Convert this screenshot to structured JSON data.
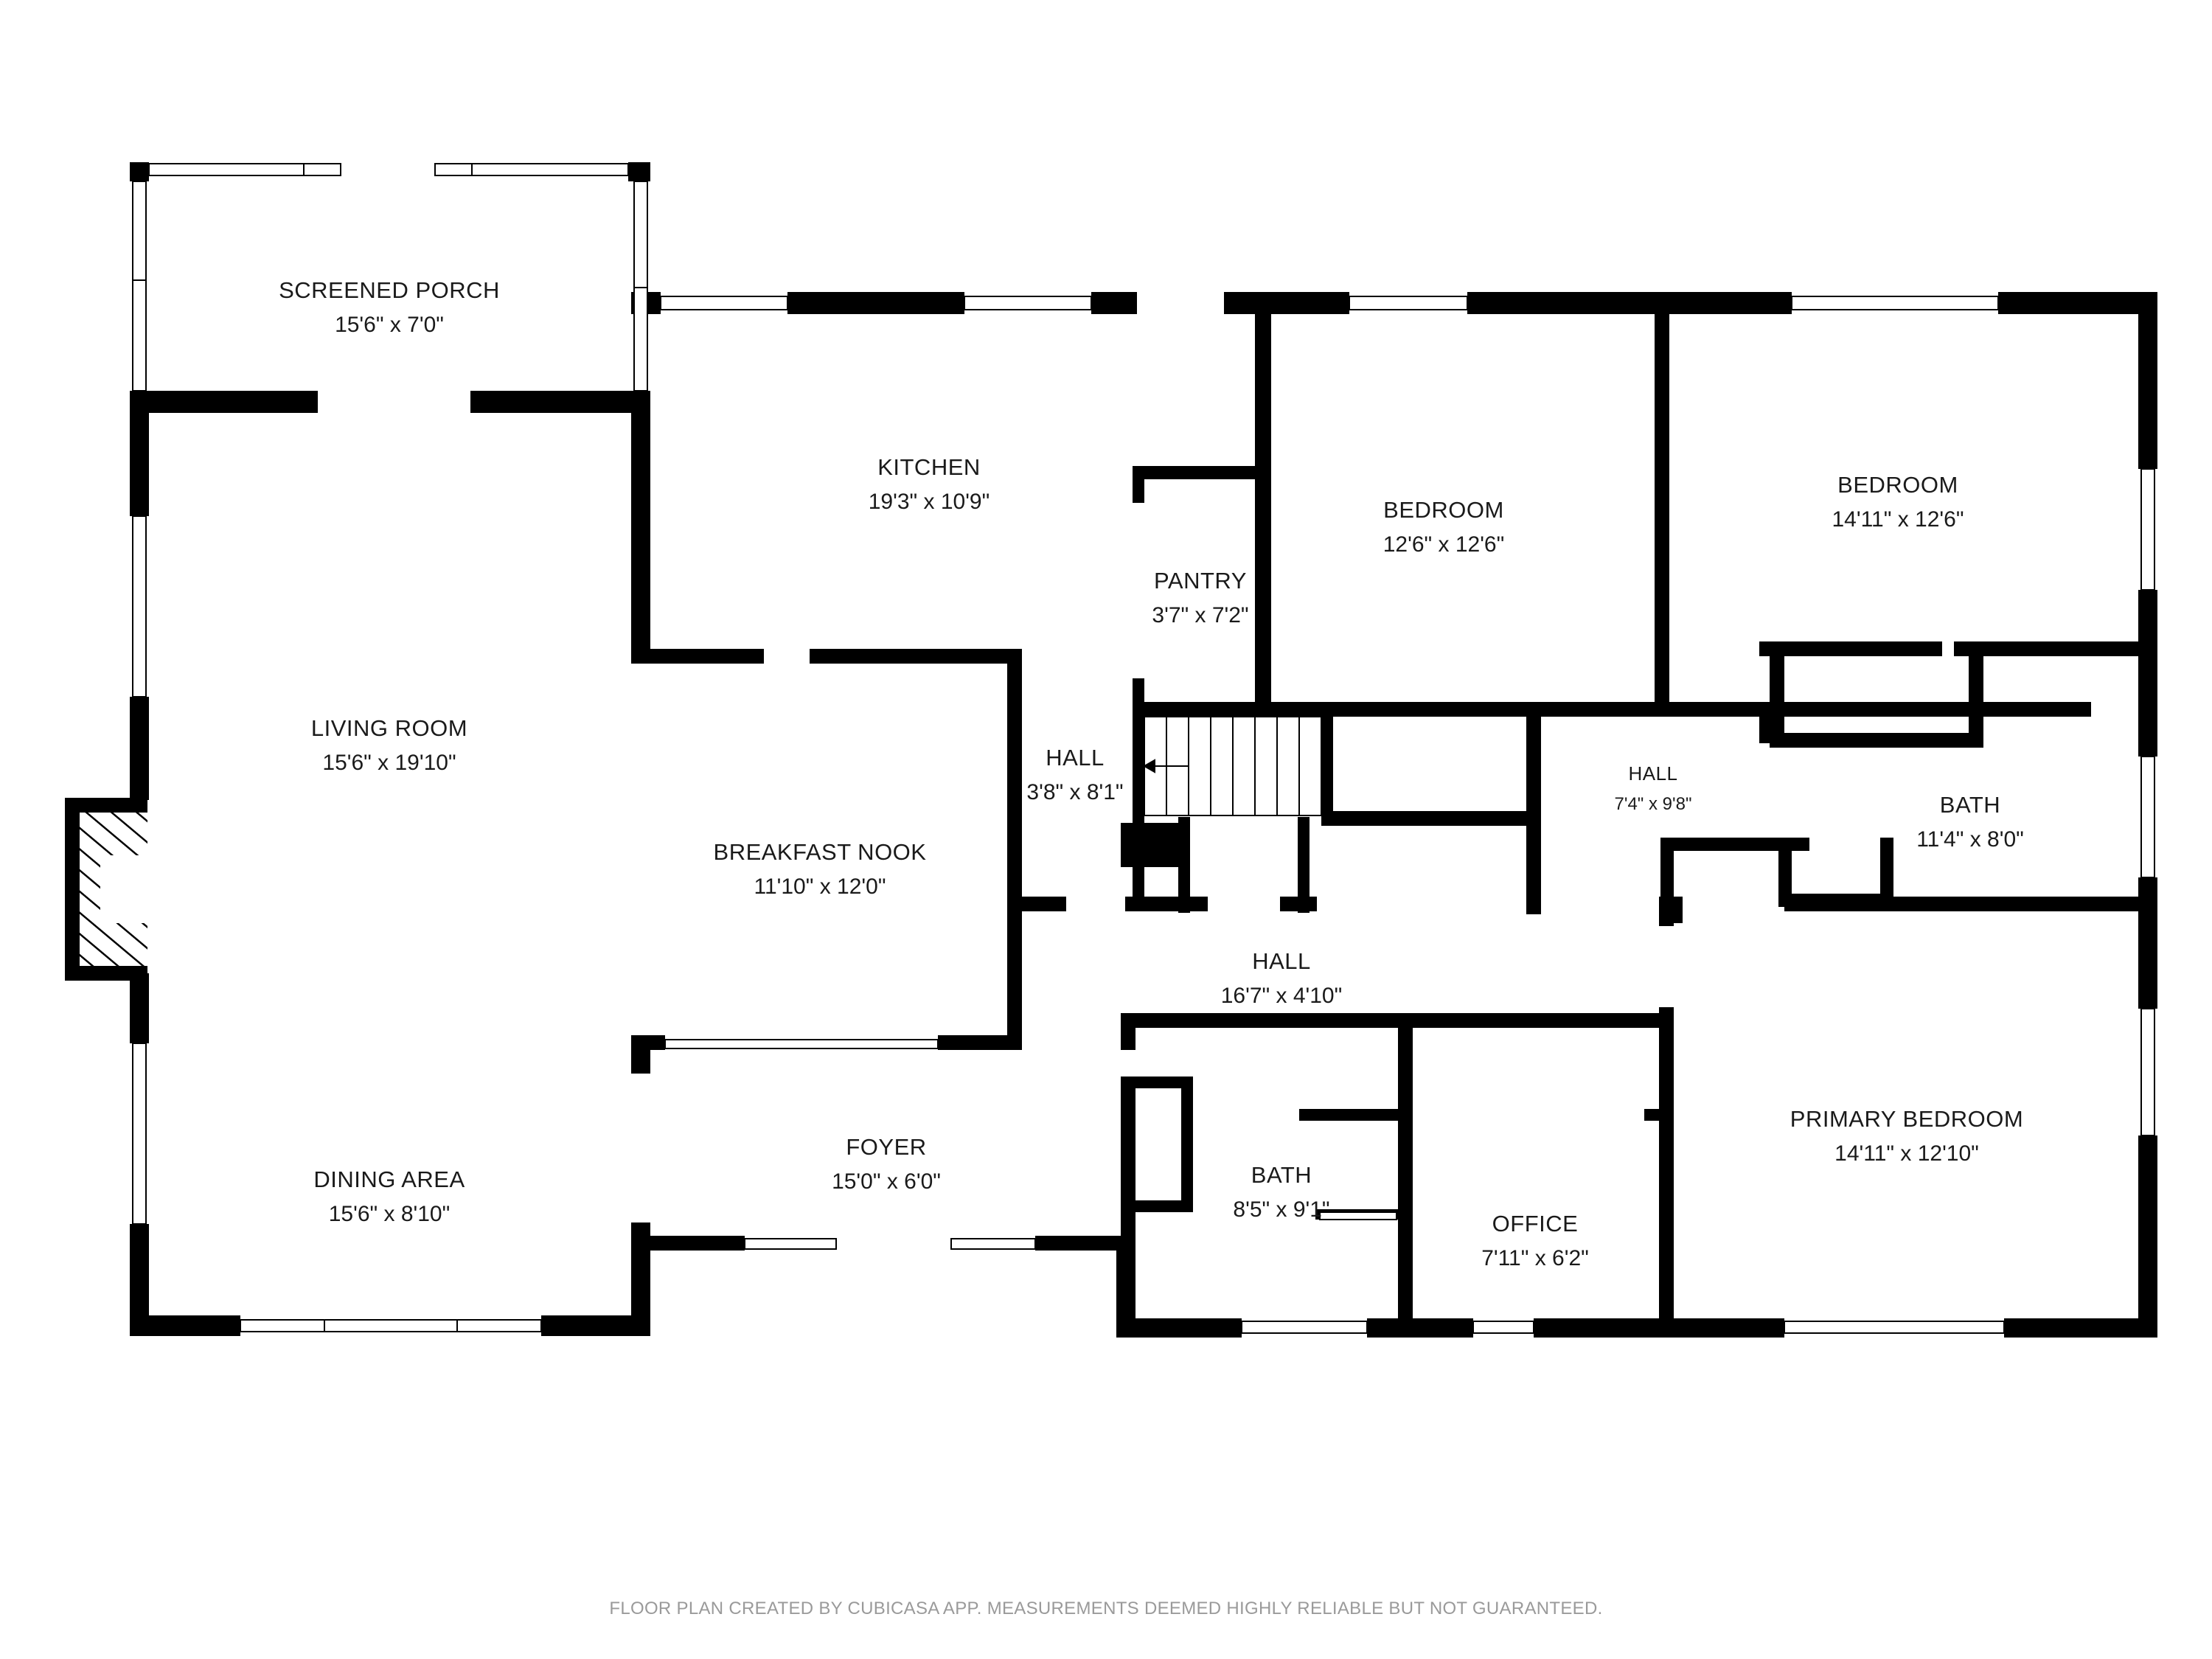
{
  "rooms": {
    "screened_porch": {
      "name": "SCREENED PORCH",
      "dim": "15'6\" x 7'0\""
    },
    "kitchen": {
      "name": "KITCHEN",
      "dim": "19'3\" x 10'9\""
    },
    "pantry": {
      "name": "PANTRY",
      "dim": "3'7\" x 7'2\""
    },
    "bedroom_1": {
      "name": "BEDROOM",
      "dim": "12'6\" x 12'6\""
    },
    "bedroom_2": {
      "name": "BEDROOM",
      "dim": "14'11\" x 12'6\""
    },
    "living_room": {
      "name": "LIVING ROOM",
      "dim": "15'6\" x 19'10\""
    },
    "breakfast_nook": {
      "name": "BREAKFAST NOOK",
      "dim": "11'10\" x 12'0\""
    },
    "hall_1": {
      "name": "HALL",
      "dim": "3'8\" x 8'1\""
    },
    "hall_2": {
      "name": "HALL",
      "dim": "7'4\" x 9'8\""
    },
    "bath_1": {
      "name": "BATH",
      "dim": "11'4\" x 8'0\""
    },
    "hall_3": {
      "name": "HALL",
      "dim": "16'7\" x 4'10\""
    },
    "foyer": {
      "name": "FOYER",
      "dim": "15'0\" x 6'0\""
    },
    "bath_2": {
      "name": "BATH",
      "dim": "8'5\" x 9'1\""
    },
    "office": {
      "name": "OFFICE",
      "dim": "7'11\" x 6'2\""
    },
    "primary_bedroom": {
      "name": "PRIMARY BEDROOM",
      "dim": "14'11\" x 12'10\""
    },
    "dining_area": {
      "name": "DINING AREA",
      "dim": "15'6\" x 8'10\""
    }
  },
  "footer": "FLOOR PLAN CREATED BY CUBICASA APP. MEASUREMENTS DEEMED HIGHLY RELIABLE BUT NOT GUARANTEED.",
  "colors": {
    "wall": "#000000",
    "window": "#ffffff",
    "background": "#ffffff",
    "footer_text": "#9a9a9a"
  }
}
